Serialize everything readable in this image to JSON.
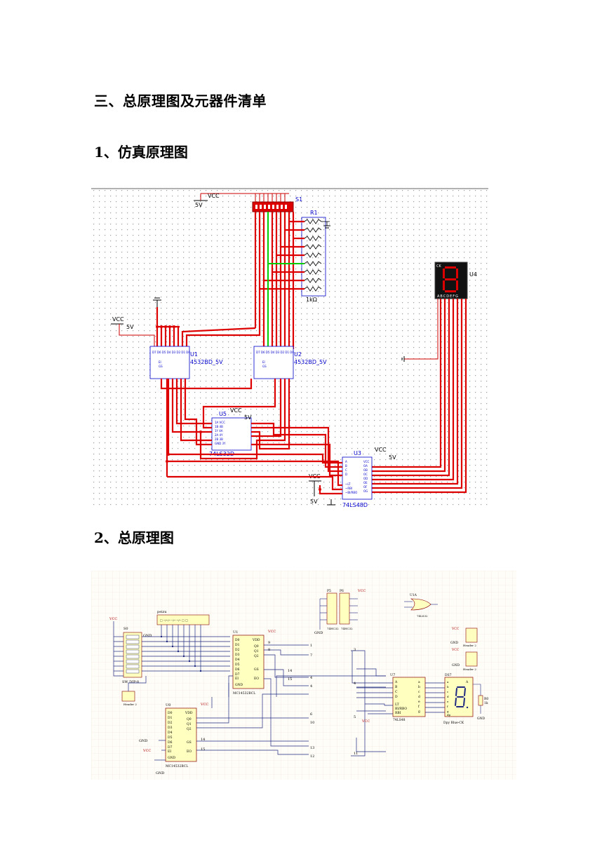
{
  "section_title": "三、总原理图及元器件清单",
  "subsection1": "1、仿真原理图",
  "subsection2": "2、总原理图",
  "sim": {
    "vcc": "VCC",
    "v5": "5V",
    "switch": "S1",
    "resistor_array": "R1",
    "resistor_value": "1kΩ",
    "display": "U4",
    "display_pins": "ABCDEFG",
    "display_ck": "CK",
    "u1": "U1",
    "u1_part": "4532BD_5V",
    "u2": "U2",
    "u2_part": "4532BD_5V",
    "u5": "U5",
    "u5_part": "74LS32D",
    "u3": "U3",
    "u3_part": "74LS48D"
  },
  "schematic": {
    "vcc": "VCC",
    "gnd": "GND",
    "s0": "S0",
    "s0_part": "SW DIP-8",
    "rp_label": "peizu",
    "header2": "Header 2",
    "u1": "U1",
    "u0": "U0",
    "u1_part": "MC14532BCL",
    "u0_part": "MC14532BCL",
    "pins_d": [
      "D0",
      "D1",
      "D2",
      "D3",
      "D4",
      "D5",
      "D6",
      "D7"
    ],
    "pin_vdd": "VDD",
    "pin_q": [
      "Q0",
      "Q1",
      "Q2"
    ],
    "pin_gs": "GS",
    "pin_ei": "EI",
    "pin_eo": "EO",
    "p5": "P5",
    "p6": "P6",
    "p5_part": "74HC32",
    "p6_part": "74HC32",
    "u1a": "U1A",
    "u1a_part": "74LS32",
    "u7": "U7",
    "u7_part": "74LS48",
    "u7_in": [
      "A",
      "B",
      "C",
      "D"
    ],
    "u7_ctrl": [
      "LT",
      "BI/RBO",
      "RBI"
    ],
    "u7_out": [
      "a",
      "b",
      "c",
      "d",
      "e",
      "f",
      "g"
    ],
    "ds7": "DS7",
    "ds7_part": "Dpy Blue-CK",
    "r0": "R0",
    "r0_value": "1k",
    "net_numbers": [
      "1",
      "7",
      "4",
      "6",
      "10",
      "13",
      "12",
      "3",
      "5",
      "11",
      "14",
      "15",
      "8",
      "9"
    ]
  }
}
